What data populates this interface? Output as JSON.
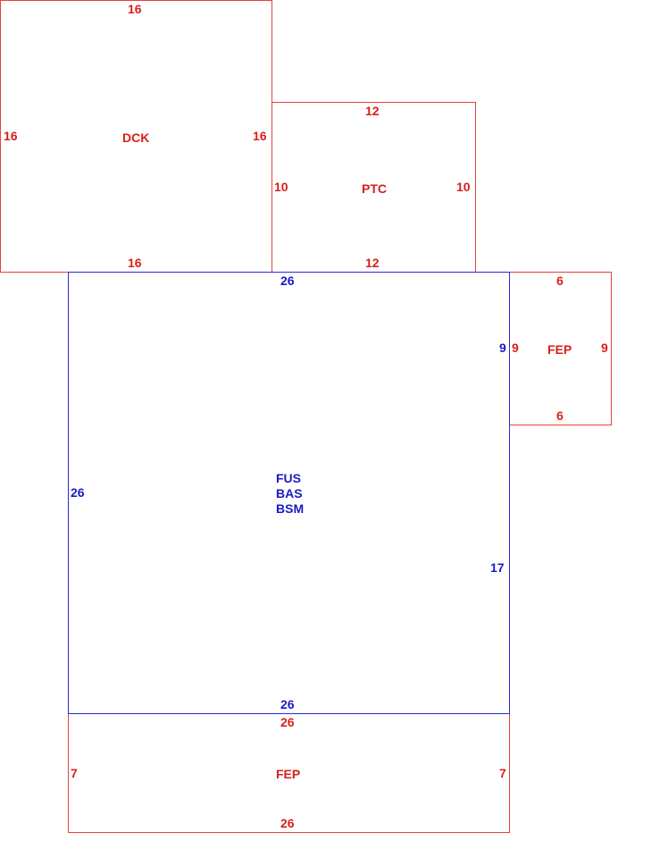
{
  "colors": {
    "additions": "#d81f1a",
    "main": "#1b1bc4"
  },
  "areas": {
    "deck": {
      "name": "DCK",
      "top": "16",
      "left": "16",
      "right": "16",
      "bottom": "16"
    },
    "patio": {
      "name": "PTC",
      "top": "12",
      "left": "10",
      "right": "10",
      "bottom": "12"
    },
    "main": {
      "names": [
        "FUS",
        "BAS",
        "BSM"
      ],
      "top": "26",
      "left": "26",
      "right_upper": "9",
      "right_lower": "17",
      "bottom": "26"
    },
    "porch_right": {
      "name": "FEP",
      "top": "6",
      "left": "9",
      "right": "9",
      "bottom": "6"
    },
    "porch_bottom": {
      "name": "FEP",
      "top": "26",
      "left": "7",
      "right": "7",
      "bottom": "26"
    }
  }
}
